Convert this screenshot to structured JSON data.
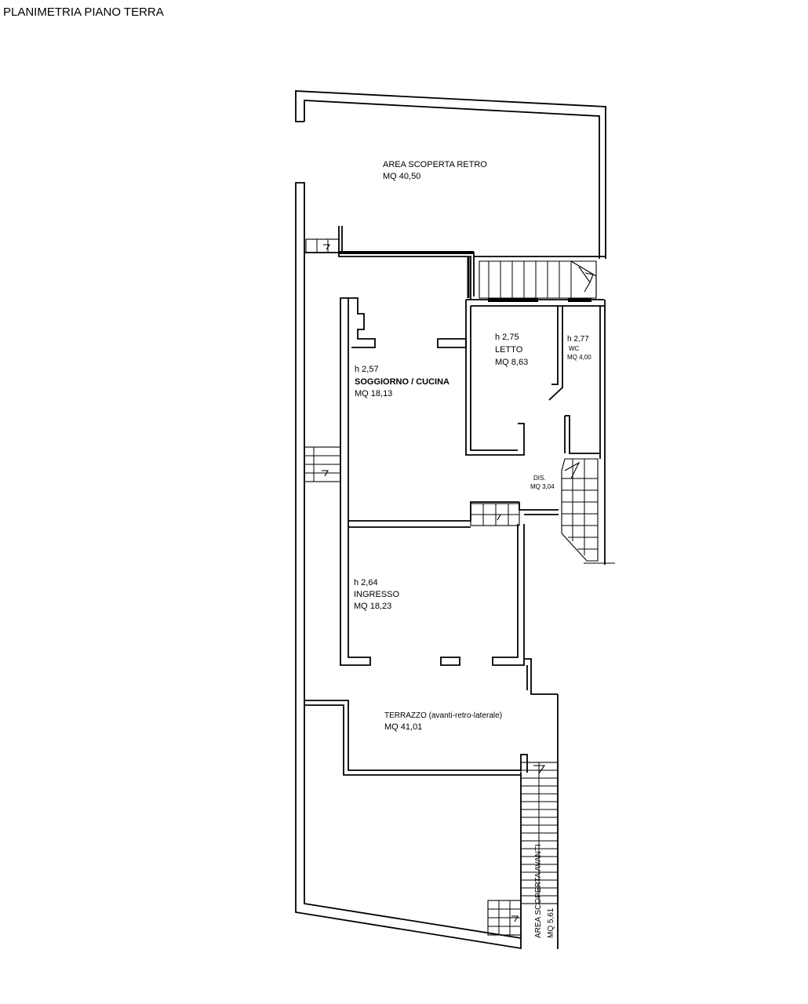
{
  "title": "PLANIMETRIA PIANO TERRA",
  "colors": {
    "lines": "#000000",
    "background": "#ffffff"
  },
  "rooms": {
    "area_retro": {
      "name": "AREA SCOPERTA RETRO",
      "area": "MQ 40,50"
    },
    "soggiorno": {
      "height": "h 2,57",
      "name": "SOGGIORNO / CUCINA",
      "area": "MQ 18,13"
    },
    "letto": {
      "height": "h 2,75",
      "name": "LETTO",
      "area": "MQ 8,63"
    },
    "wc": {
      "height": "h 2,77",
      "name": "WC",
      "area": "MQ 4,00"
    },
    "dis": {
      "name": "DIS.",
      "area": "MQ 3,04"
    },
    "ingresso": {
      "height": "h 2,64",
      "name": "INGRESSO",
      "area": "MQ 18,23"
    },
    "terrazzo": {
      "name": "TERRAZZO (avanti-retro-laterale)",
      "area": "MQ 41,01"
    },
    "area_avanti": {
      "name": "AREA SCOPERTA AVANTI",
      "area": "MQ 5,61"
    }
  }
}
